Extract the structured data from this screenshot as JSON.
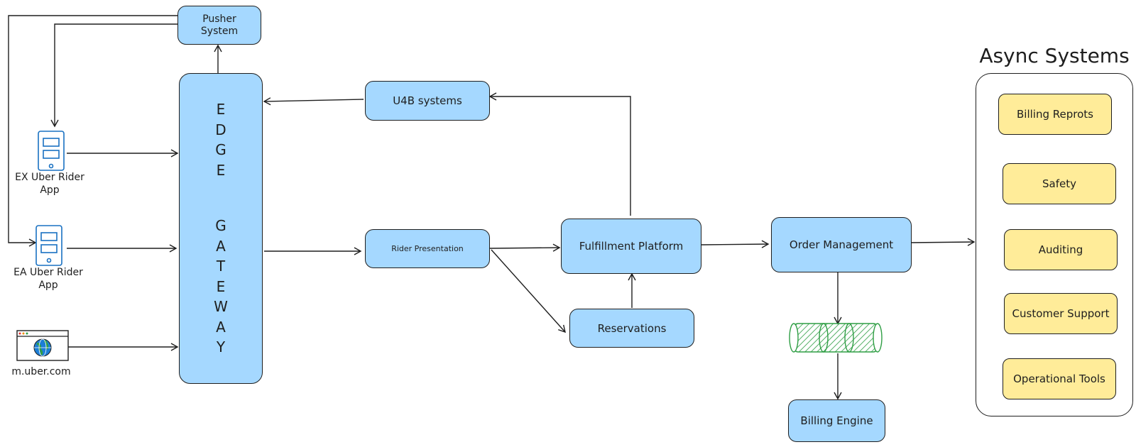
{
  "nodes": {
    "pusher": "Pusher System",
    "u4b": "U4B systems",
    "rider_presentation": "Rider Presentation",
    "fulfillment": "Fulfillment Platform",
    "reservations": "Reservations",
    "order_management": "Order Management",
    "billing_engine": "Billing Engine"
  },
  "gateway": {
    "letters_top": [
      "E",
      "D",
      "G",
      "E"
    ],
    "letters_bottom": [
      "G",
      "A",
      "T",
      "E",
      "W",
      "A",
      "Y"
    ]
  },
  "clients": {
    "ex_app": "EX Uber Rider App",
    "ea_app": "EA Uber Rider App",
    "web": "m.uber.com"
  },
  "async": {
    "title": "Async Systems",
    "items": [
      "Billing Reprots",
      "Safety",
      "Auditing",
      "Customer Support",
      "Operational Tools"
    ]
  },
  "colors": {
    "service_fill": "#a5d8ff",
    "async_fill": "#ffec99",
    "queue_stroke": "#2f9e44",
    "phone_icon": "#1971c2"
  },
  "icons": {
    "phone": "mobile-phone-icon",
    "web": "browser-globe-icon",
    "queue": "message-queue-icon"
  }
}
